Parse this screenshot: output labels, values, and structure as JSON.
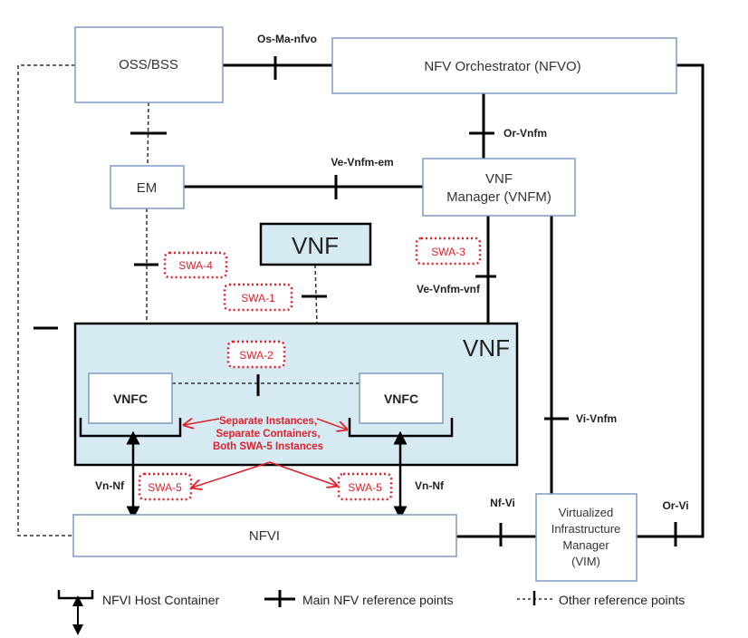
{
  "diagram": {
    "colors": {
      "box_border": "#7f9bc4",
      "vnf_fill": "#d6eaf3",
      "line": "#000000",
      "swa": "#e0202a",
      "text": "#333333"
    },
    "nodes": {
      "oss_bss": "OSS/BSS",
      "nfvo": "NFV Orchestrator (NFVO)",
      "em": "EM",
      "vnfm_line1": "VNF",
      "vnfm_line2": "Manager (VNFM)",
      "vnf_small": "VNF",
      "vnf_big": "VNF",
      "vnfc_left": "VNFC",
      "vnfc_right": "VNFC",
      "nfvi": "NFVI",
      "vim_line1": "Virtualized",
      "vim_line2": "Infrastructure",
      "vim_line3": "Manager",
      "vim_line4": "(VIM)"
    },
    "reference_points": {
      "os_ma_nfvo": "Os-Ma-nfvo",
      "or_vnfm": "Or-Vnfm",
      "ve_vnfm_em": "Ve-Vnfm-em",
      "ve_vnfm_vnf": "Ve-Vnfm-vnf",
      "vi_vnfm": "Vi-Vnfm",
      "vn_nf_left": "Vn-Nf",
      "vn_nf_right": "Vn-Nf",
      "nf_vi": "Nf-Vi",
      "or_vi": "Or-Vi"
    },
    "swa": {
      "swa1": "SWA-1",
      "swa2": "SWA-2",
      "swa3": "SWA-3",
      "swa4": "SWA-4",
      "swa5_left": "SWA-5",
      "swa5_right": "SWA-5"
    },
    "note": {
      "line1": "Separate Instances,",
      "line2": "Separate Containers,",
      "line3": "Both SWA-5 Instances"
    },
    "legend": {
      "host_container": "NFVI Host Container",
      "main_ref": "Main NFV reference points",
      "other_ref": "Other reference points"
    }
  }
}
